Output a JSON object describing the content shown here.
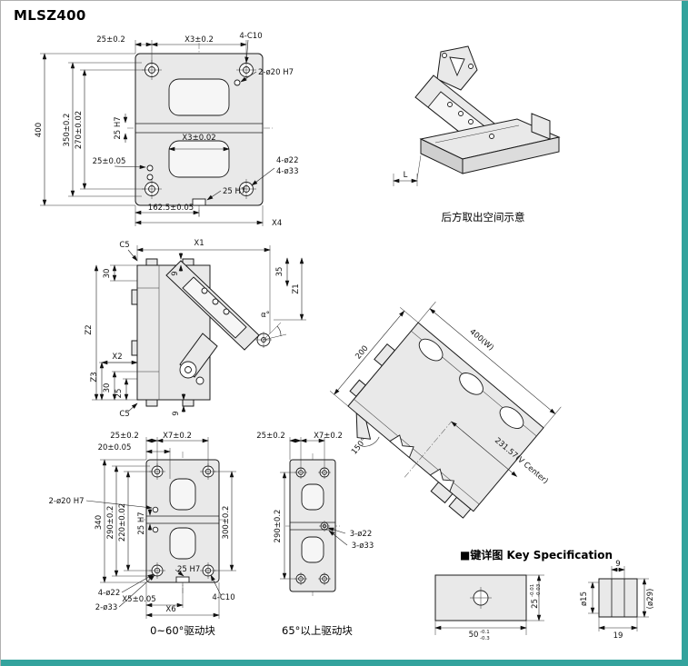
{
  "page": {
    "title": "MLSZ400"
  },
  "colors": {
    "accent_teal": "#33a39d",
    "line": "#1a1a1a",
    "part_fill": "#e9e9e9"
  },
  "viewA": {
    "top_offset": "25±0.2",
    "top_span": "X3±0.2",
    "corner_holes": "4-C10",
    "pin_holes": "2-ø20 H7",
    "height": "400",
    "height_inner": "350±0.2",
    "hole_span": "270±0.02",
    "slot_width": "25 H7",
    "slot_span": "X3±0.02",
    "left_offset": "25±0.05",
    "cbore": "4-ø22",
    "cbore2": "4-ø33",
    "key_slot": "25 H7",
    "bottom_half": "162.5±0.05",
    "bottom_span": "X4"
  },
  "viewB": {
    "length_label": "L",
    "caption": "后方取出空间示意"
  },
  "viewC": {
    "chamfer_top": "C5",
    "span_top": "X1",
    "d30_top": "30",
    "d9_top": "9",
    "d35": "35",
    "z1": "Z1",
    "z2": "Z2",
    "x2": "X2",
    "z3": "Z3",
    "d30_bottom": "30",
    "d25": "25",
    "chamfer_bottom": "C5",
    "d9_bottom": "9",
    "angle": "α°"
  },
  "viewD": {
    "width_short": "200",
    "width_long": "400(W)",
    "angle": "150°",
    "v_center": "231.57(V Center)"
  },
  "viewE": {
    "top_offset": "25±0.2",
    "top_span": "X7±0.2",
    "slot_offset": "20±0.05",
    "pin_holes": "2-ø20 H7",
    "height": "340",
    "height_inner": "290±0.2",
    "hole_span": "220±0.02",
    "slot_width": "25 H7",
    "right_span": "300±0.2",
    "key_slot": "25 H7",
    "cbore": "4-ø22",
    "cbore2": "2-ø33",
    "x5": "X5±0.05",
    "x6": "X6",
    "corner_holes": "4-C10",
    "caption": "0~60°驱动块"
  },
  "viewF": {
    "top_offset": "25±0.2",
    "top_span": "X7±0.2",
    "height_inner": "290±0.2",
    "cbore": "3-ø22",
    "cbore2": "3-ø33",
    "caption": "65°以上驱动块"
  },
  "key_spec": {
    "header": "■键详图 Key Specification",
    "left": {
      "width": "50",
      "width_tol_hi": "-0.1",
      "width_tol_lo": "-0.3",
      "height": "25",
      "height_tol_hi": "-0.01",
      "height_tol_lo": "-0.03"
    },
    "right": {
      "slot_width": "9",
      "dia": "ø15",
      "dia_ref": "(ø29)",
      "width": "19"
    }
  }
}
